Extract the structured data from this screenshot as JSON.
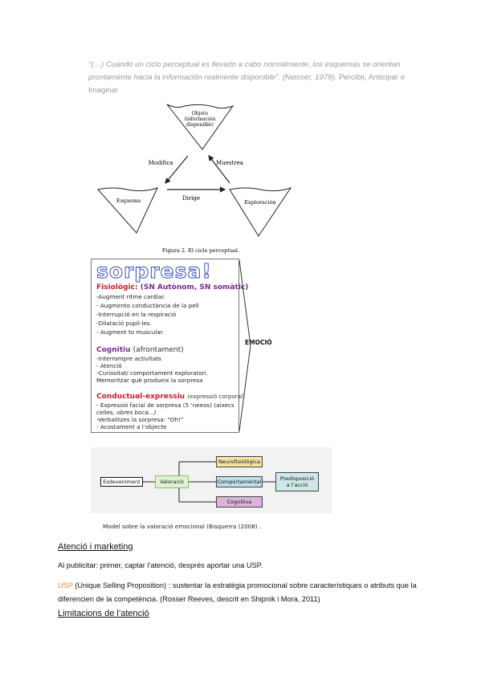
{
  "quote": {
    "italic": "“(…) Cuando un ciclo perceptual es llevado a cabo normalmente, los esquemas se orientan prontamente hacia la información realmente disponible”. (Neisser, 1978).",
    "rest": " Percibir, Anticipar e Imaginar"
  },
  "figure1": {
    "objeto": [
      "Objeto",
      "(información",
      "disponible)"
    ],
    "esquema": "Esquema",
    "exploracion": "Exploración",
    "modifica": "Modifica",
    "muestrea": "Muestrea",
    "dirige": "Dirige",
    "caption": "Figura 2. El ciclo perceptual."
  },
  "figure2": {
    "title": "sorpresa!",
    "fisiologic_head": "Fisiològic:",
    "fisiologic_sub": "(SN Autònom, SN somàtic)",
    "fisiologic_items": [
      "-Augment ritme cardíac",
      "- Augmento conductància de la pell",
      "-Interrupció en la respiració",
      "-Dilatació pupil·les.",
      "- Augment to muscular."
    ],
    "cognitiu_head": "Cognitiu",
    "cognitiu_sub": "(afrontament)",
    "cognitiu_items": [
      "-Interrompre activitats",
      "- Atenció",
      "-Curiositat/ comportament exploratori.",
      " Memoritzar què produeix la sorpresa"
    ],
    "conductual_head": "Conductual-expressiu",
    "conductual_sub": "(expressió corporal)",
    "conductual_items": [
      "- Expressió facial de sorpresa (5 ‘neeos) (aixecs",
      "celles, obres boca...)",
      "-Verbalitzes la sorpresa: “Oh!”",
      "- Acostament a l’objecte"
    ],
    "emocio": "EMOCIÓ"
  },
  "figure3": {
    "esdeveniment": "Esdeveniment",
    "valoracio": "Valoració",
    "neurofisiologica": "Neurofisiològica",
    "comportamental": "Comportamental",
    "cognitiva": "Cognitiva",
    "predisposicio": [
      "Predisposició",
      "a l’acció"
    ],
    "caption": "Model sobre la valoració emocional (Bisquerra (2008) ."
  },
  "section1": {
    "heading": "Atenció i marketing",
    "p1": "Al publicitar: primer, captar l’atenció, després aportar una USP.",
    "usp": "USP",
    "p2": " (Unique Selling Proposition) : sustentar la estratègia promocional sobre característiques o atributs que la diferencien de la competència. (Rosser Reeves, descrit en Shipnik i Mora, 2011)"
  },
  "section2": {
    "heading": "Limitacions de l’atenció"
  },
  "colors": {
    "fisiologic": "#c81e2a",
    "cognitiu": "#7a2a8e",
    "conductual": "#c81e2a",
    "usp": "#e8883a",
    "neuro_fill": "#f6e3a0",
    "comport_fill": "#bfe0ea",
    "cognitiva_fill": "#d9b3d9",
    "predis_fill": "#cfe7e8",
    "valoracio_fill": "#dff2d0"
  }
}
